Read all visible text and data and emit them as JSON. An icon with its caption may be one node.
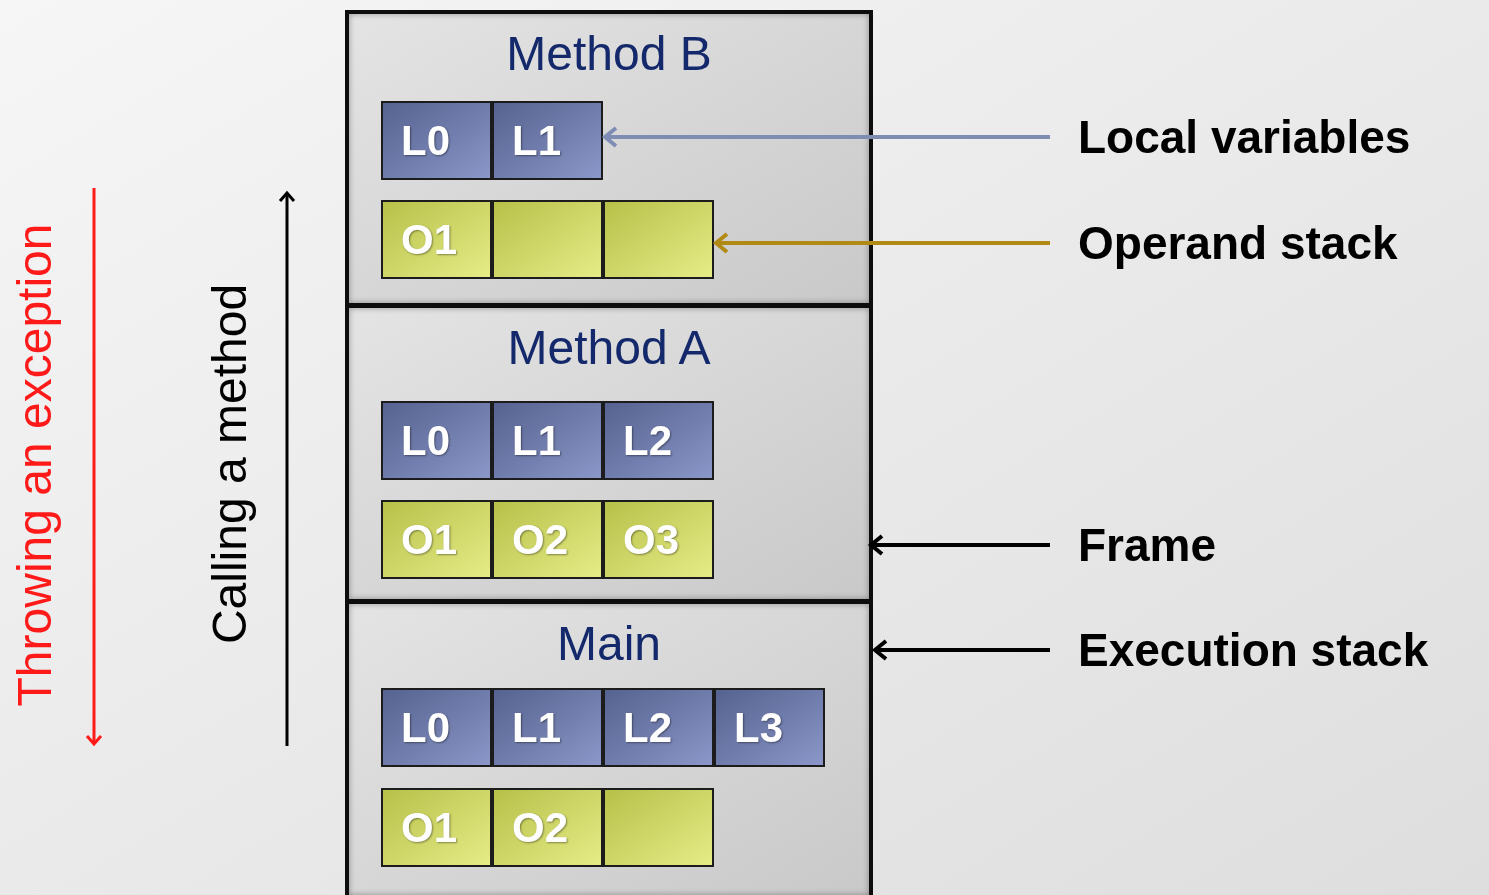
{
  "diagram": {
    "nodes": [
      {
        "text": [],
        "shape": "box"
      },
      {
        "text": [
          "Method B"
        ],
        "in": 0
      },
      {
        "text": [
          "L0"
        ],
        "in": 1
      },
      {
        "text": [
          "L1"
        ],
        "in": 1
      },
      {
        "text": [
          "O1"
        ],
        "in": 1
      },
      {
        "text": [],
        "shape": "box",
        "in": 1
      },
      {
        "text": [],
        "shape": "box",
        "in": 1
      },
      {
        "text": [
          "Method A"
        ],
        "in": 0
      },
      {
        "text": [
          "L0"
        ],
        "in": 7
      },
      {
        "text": [
          "L1"
        ],
        "in": 7
      },
      {
        "text": [
          "L2"
        ],
        "in": 7
      },
      {
        "text": [
          "O1"
        ],
        "in": 7
      },
      {
        "text": [
          "O2"
        ],
        "in": 7
      },
      {
        "text": [
          "O3"
        ],
        "in": 7
      },
      {
        "text": [
          "Main"
        ],
        "in": 0
      },
      {
        "text": [
          "L0"
        ],
        "in": 14
      },
      {
        "text": [
          "L1"
        ],
        "in": 14
      },
      {
        "text": [
          "L2"
        ],
        "in": 14
      },
      {
        "text": [
          "L3"
        ],
        "in": 14
      },
      {
        "text": [
          "O1"
        ],
        "in": 14
      },
      {
        "text": [
          "O2"
        ],
        "in": 14
      },
      {
        "text": [],
        "shape": "box",
        "in": 14
      },
      {
        "text": [
          "Local variables"
        ]
      },
      {
        "text": [
          "Operand stack"
        ]
      },
      {
        "text": [
          "Frame"
        ]
      },
      {
        "text": [
          "Execution stack"
        ]
      }
    ],
    "edges": [
      {
        "from": 22,
        "to": 3,
        "arrow": "to",
        "color": "#7f8cb4"
      },
      {
        "from": 23,
        "to": 6,
        "arrow": "to",
        "color": "#b08a14"
      },
      {
        "from": 24,
        "to": 7,
        "arrow": "to"
      },
      {
        "from": 25,
        "to": 0,
        "arrow": "to"
      }
    ],
    "labels": [
      "Throwing an exception",
      "Calling a method"
    ]
  }
}
